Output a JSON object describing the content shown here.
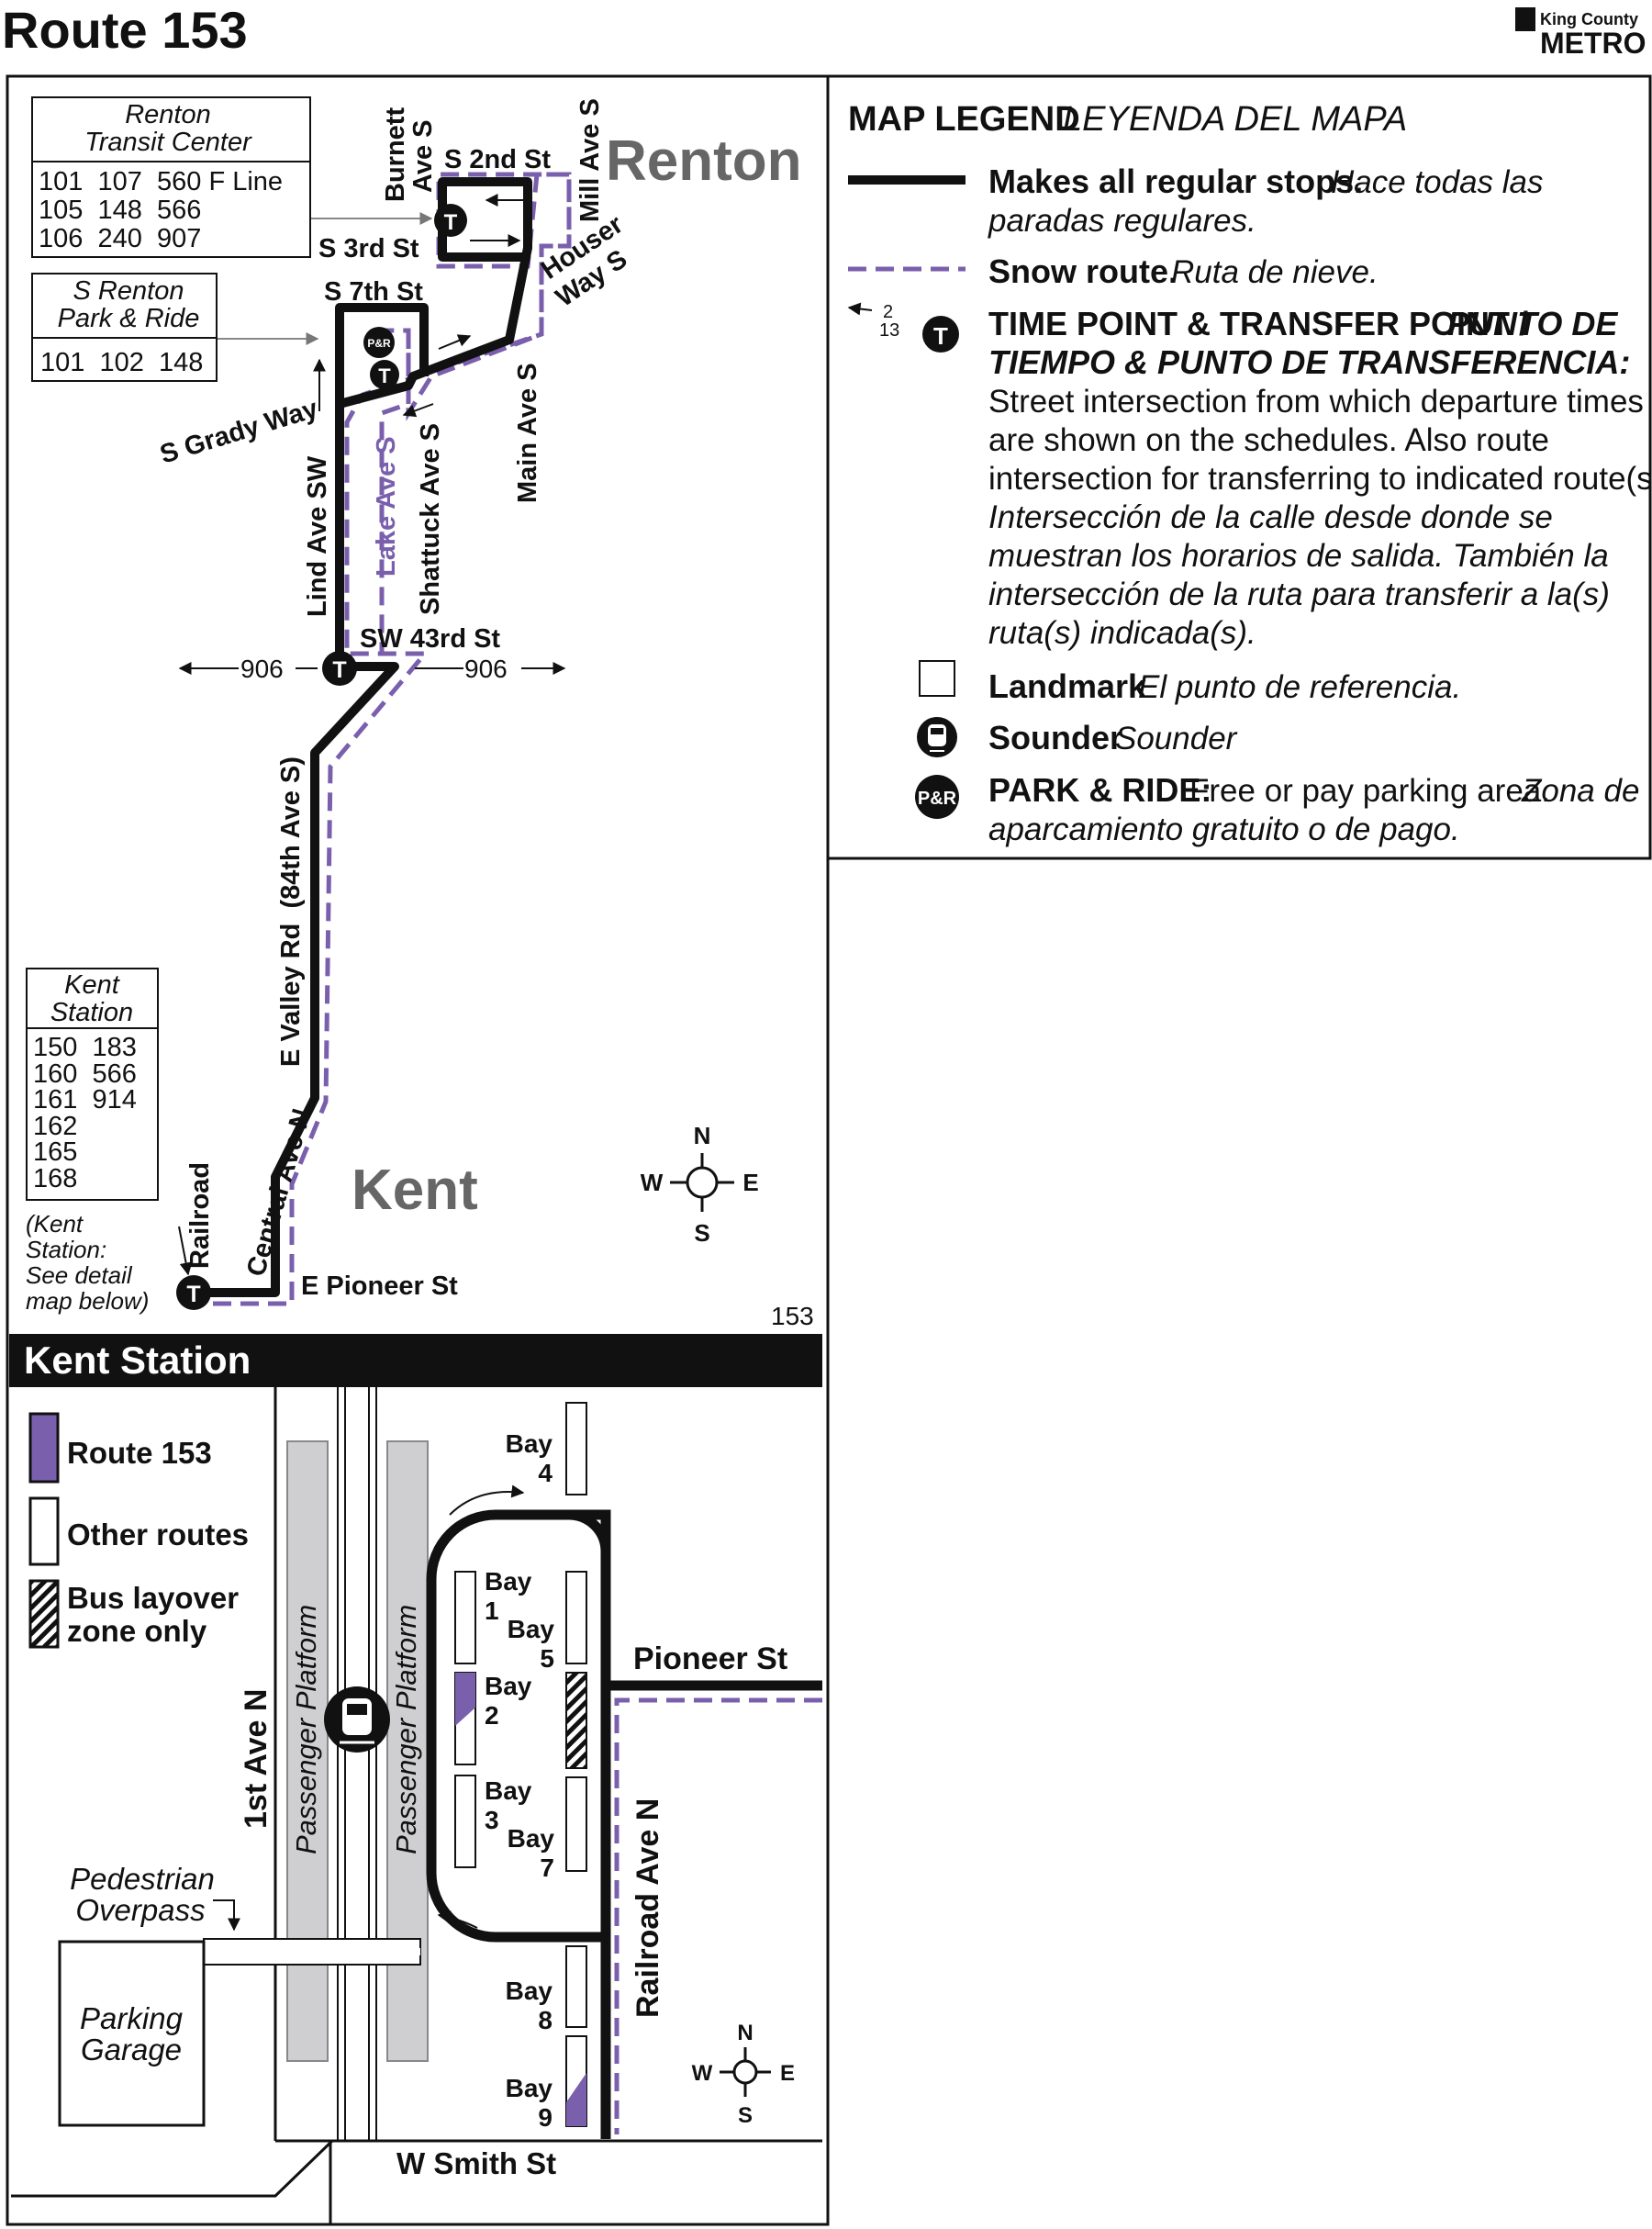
{
  "header": {
    "title": "Route 153",
    "brand_top": "King County",
    "brand_bottom": "METRO"
  },
  "colors": {
    "route": "#111111",
    "snow": "#7a5fad",
    "platform": "#cfcfd1",
    "city_label": "#666666"
  },
  "map": {
    "cities": [
      "Renton",
      "Kent"
    ],
    "page_ref": "153",
    "boxes": {
      "renton_tc": {
        "title1": "Renton",
        "title2": "Transit Center",
        "rows": [
          "101  107  560 F Line",
          "105  148  566",
          "106  240  907"
        ]
      },
      "s_renton_pr": {
        "title1": "S Renton",
        "title2": "Park & Ride",
        "rows": [
          "101  102  148"
        ]
      },
      "kent_station": {
        "title1": "Kent",
        "title2": "Station",
        "rows": [
          "150  183",
          "160  566",
          "161  914",
          "162",
          "165",
          "168"
        ]
      }
    },
    "kent_note": [
      "(Kent",
      "Station:",
      "See detail",
      "map below)"
    ],
    "streets": {
      "burnett": "Burnett",
      "burnett2": "Ave S",
      "s2nd": "S 2nd St",
      "mill": "Mill Ave S",
      "s3rd": "S 3rd St",
      "s7th": "S 7th St",
      "houser1": "Houser",
      "houser2": "Way S",
      "grady": "S Grady Way",
      "main": "Main Ave S",
      "lind": "Lind Ave SW",
      "lake": "Lake Ave S",
      "shattuck": "Shattuck Ave S",
      "sw43": "SW 43rd St",
      "evalley": "E Valley Rd  (84th Ave S)",
      "central": "Central Ave N",
      "railroad": "Railroad",
      "pioneer": "E Pioneer St"
    },
    "route906_left": "906",
    "route906_right": "906",
    "compass": {
      "n": "N",
      "s": "S",
      "e": "E",
      "w": "W"
    }
  },
  "legend": {
    "title": "MAP LEGEND",
    "title_es": "LEYENDA DEL MAPA",
    "regular_b": "Makes all regular stops.",
    "regular_i1": "Hace todas las",
    "regular_i2": "paradas regulares.",
    "snow_b": "Snow route.",
    "snow_i": "Ruta de nieve.",
    "tp_small1": "2",
    "tp_small2": "13",
    "tp_b1": "TIME POINT & TRANSFER POINT /",
    "tp_bi1": "PUNTO DE",
    "tp_bi2": "TIEMPO & PUNTO DE TRANSFERENCIA:",
    "tp_l1": "Street intersection from which departure times",
    "tp_l2": "are shown on the schedules. Also route",
    "tp_l3": "intersection for transferring to indicated route(s).",
    "tp_i1": "Intersección de la calle desde donde se",
    "tp_i2": "muestran los horarios de salida. También la",
    "tp_i3": "intersección de la ruta para transferir a la(s)",
    "tp_i4": "ruta(s) indicada(s).",
    "landmark_b": "Landmark",
    "landmark_i": "El punto de referencia.",
    "sounder_b": "Sounder",
    "sounder_i": "Sounder",
    "pr_b": "PARK & RIDE:",
    "pr_l": "Free or pay parking area.",
    "pr_i1": "Zona de",
    "pr_i2": "aparcamiento gratuito o de pago.",
    "pr_icon": "P&R"
  },
  "kent_detail": {
    "title": "Kent Station",
    "key_route": "Route 153",
    "key_other": "Other routes",
    "key_layover1": "Bus layover",
    "key_layover2": "zone only",
    "first_ave": "1st Ave N",
    "platform": "Passenger Platform",
    "overpass1": "Pedestrian",
    "overpass2": "Overpass",
    "garage1": "Parking",
    "garage2": "Garage",
    "pioneer": "Pioneer St",
    "railroad": "Railroad Ave N",
    "smith": "W Smith St",
    "bay": "Bay",
    "bays": [
      "1",
      "2",
      "3",
      "4",
      "5",
      "7",
      "8",
      "9"
    ]
  }
}
